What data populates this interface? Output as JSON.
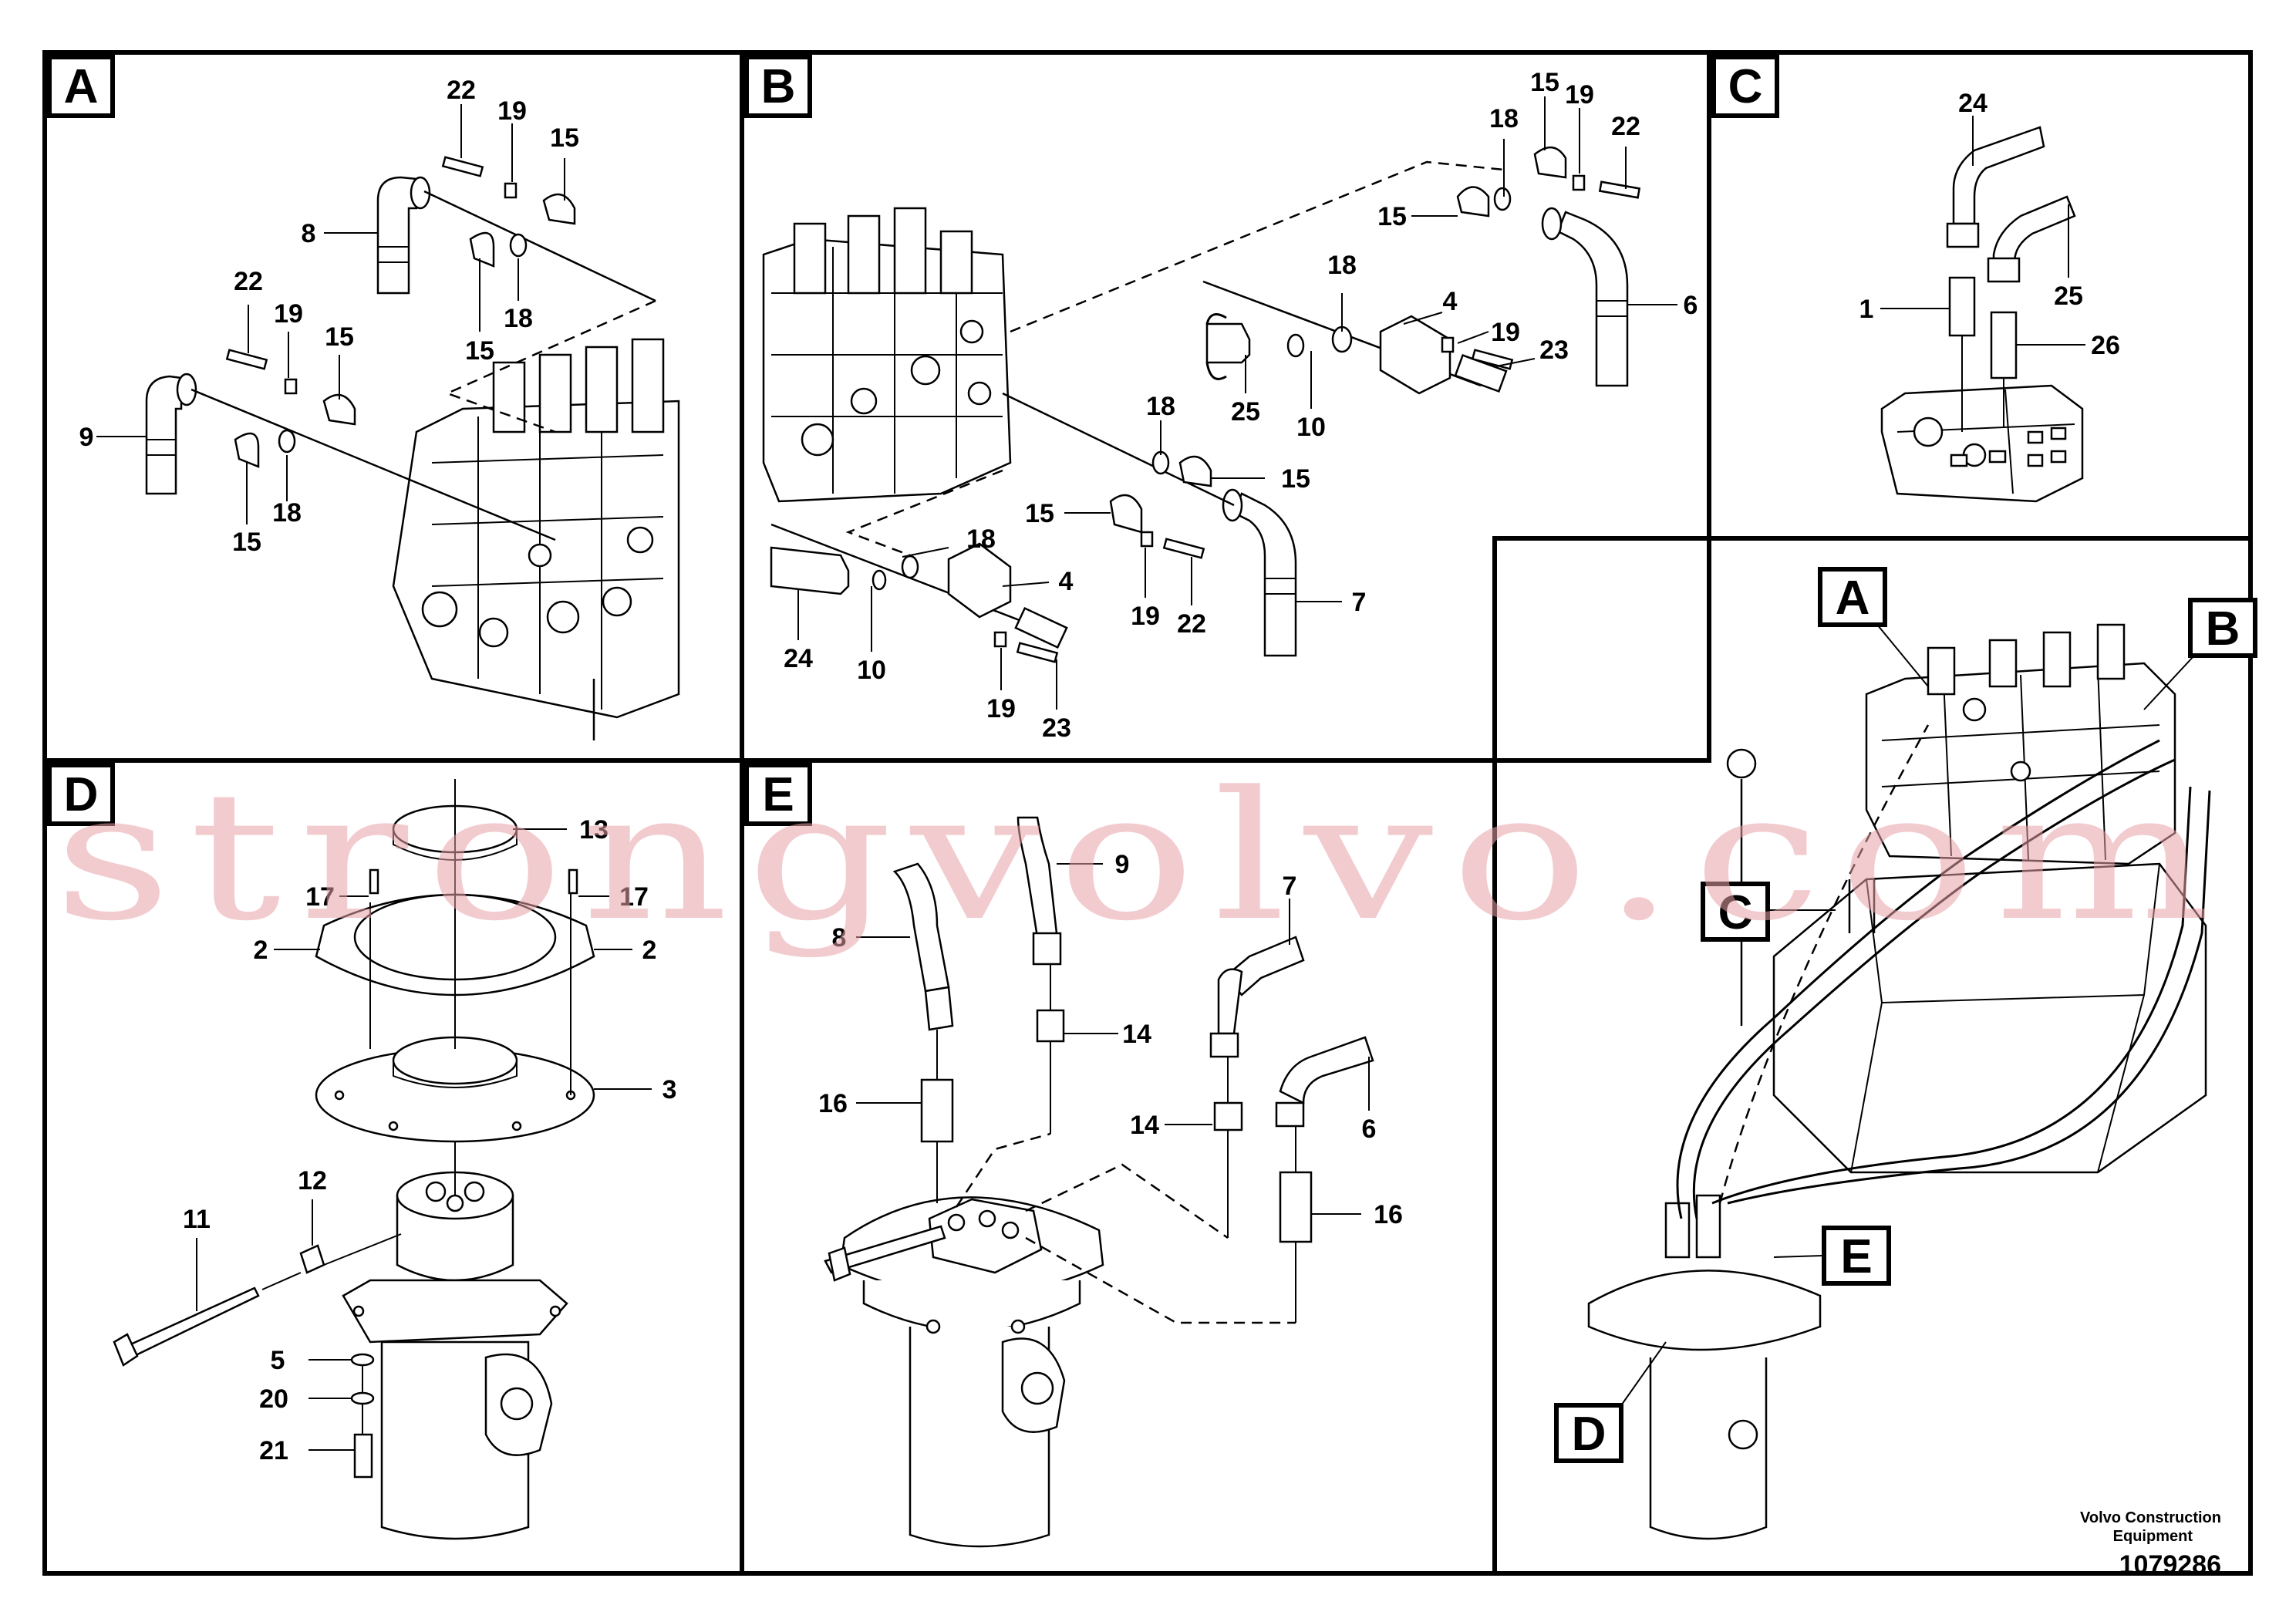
{
  "panels": {
    "A": {
      "tag": "A",
      "labels": [
        "22",
        "19",
        "15",
        "8",
        "18",
        "15",
        "22",
        "19",
        "15",
        "9",
        "18",
        "15"
      ]
    },
    "B": {
      "tag": "B",
      "labels": [
        "15",
        "19",
        "22",
        "18",
        "15",
        "6",
        "18",
        "4",
        "19",
        "23",
        "25",
        "10",
        "18",
        "15",
        "15",
        "7",
        "19",
        "22",
        "18",
        "4",
        "24",
        "10",
        "19",
        "23"
      ]
    },
    "C": {
      "tag": "C",
      "labels": [
        "24",
        "1",
        "25",
        "26"
      ]
    },
    "D": {
      "tag": "D",
      "labels": [
        "13",
        "17",
        "17",
        "2",
        "2",
        "3",
        "12",
        "11",
        "5",
        "20",
        "21"
      ]
    },
    "E": {
      "tag": "E",
      "labels": [
        "9",
        "8",
        "7",
        "14",
        "16",
        "14",
        "6",
        "16"
      ]
    }
  },
  "overview": {
    "tags": [
      "A",
      "B",
      "C",
      "E",
      "D"
    ]
  },
  "watermark": "strongvolvo.com",
  "footer": {
    "company_line1": "Volvo Construction",
    "company_line2": "Equipment",
    "ref": "1079286"
  },
  "colors": {
    "line": "#000000",
    "watermark": "#e8a1a8",
    "background": "#ffffff"
  }
}
